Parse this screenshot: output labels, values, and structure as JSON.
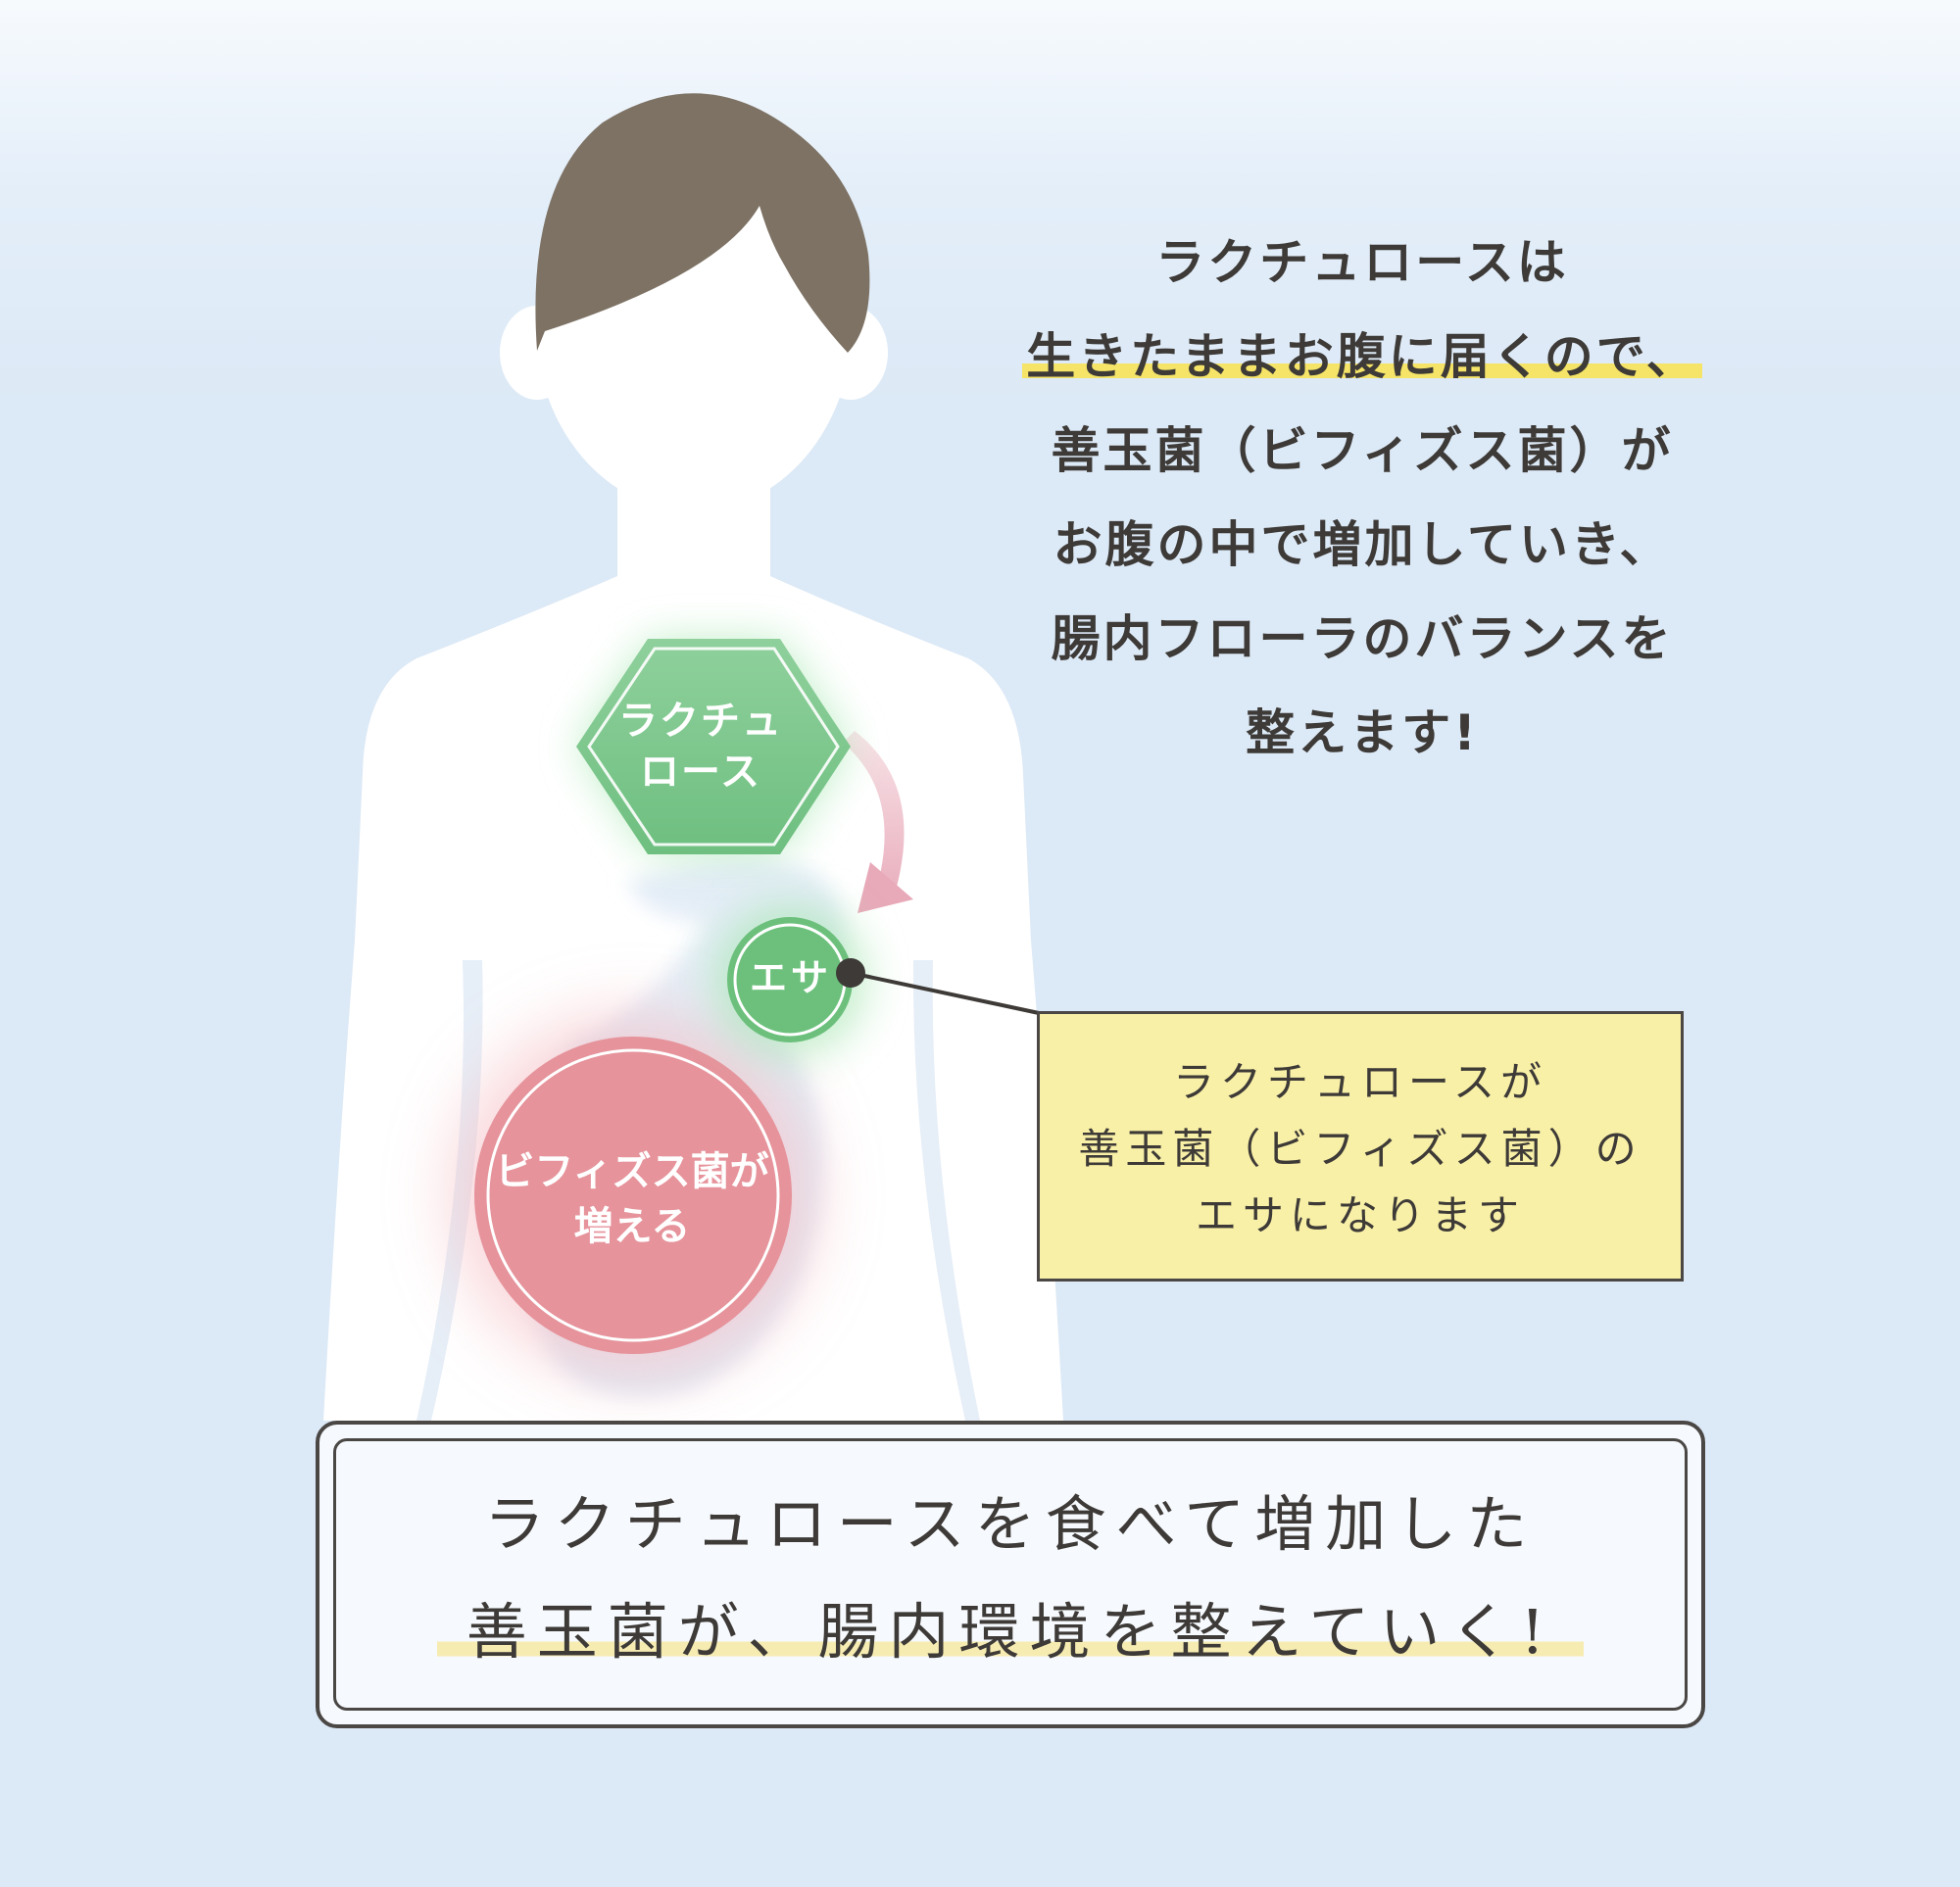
{
  "main_text": {
    "line1": "ラクチュロースは",
    "line2": "生きたままお腹に届くので、",
    "line3": "善玉菌（ビフィズス菌）が",
    "line4": "お腹の中で増加していき、",
    "line5": "腸内フローラのバランスを",
    "line6": "整えます!"
  },
  "hexagon": {
    "line1": "ラクチュ",
    "line2": "ロース"
  },
  "feed_badge": {
    "label": "エサ"
  },
  "bacteria_circle": {
    "line1": "ビフィズス菌が",
    "line2": "増える"
  },
  "callout": {
    "line1": "ラクチュロースが",
    "line2": "善玉菌（ビフィズス菌）の",
    "line3": "エサになります"
  },
  "summary": {
    "line1": "ラクチュロースを食べて増加した",
    "line2": "善玉菌が、腸内環境を整えていく!"
  },
  "colors": {
    "background": "#dce9f6",
    "body": "#ffffff",
    "hair": "#7d7264",
    "hexagon_green": "#7cc98d",
    "feed_green": "#6cc07c",
    "bacteria_pink": "#e6939b",
    "arrow_pink": "#f2c6cf",
    "callout_yellow": "#f9f0a7",
    "highlight_yellow": "#f5e468",
    "text": "#3d3a37"
  }
}
